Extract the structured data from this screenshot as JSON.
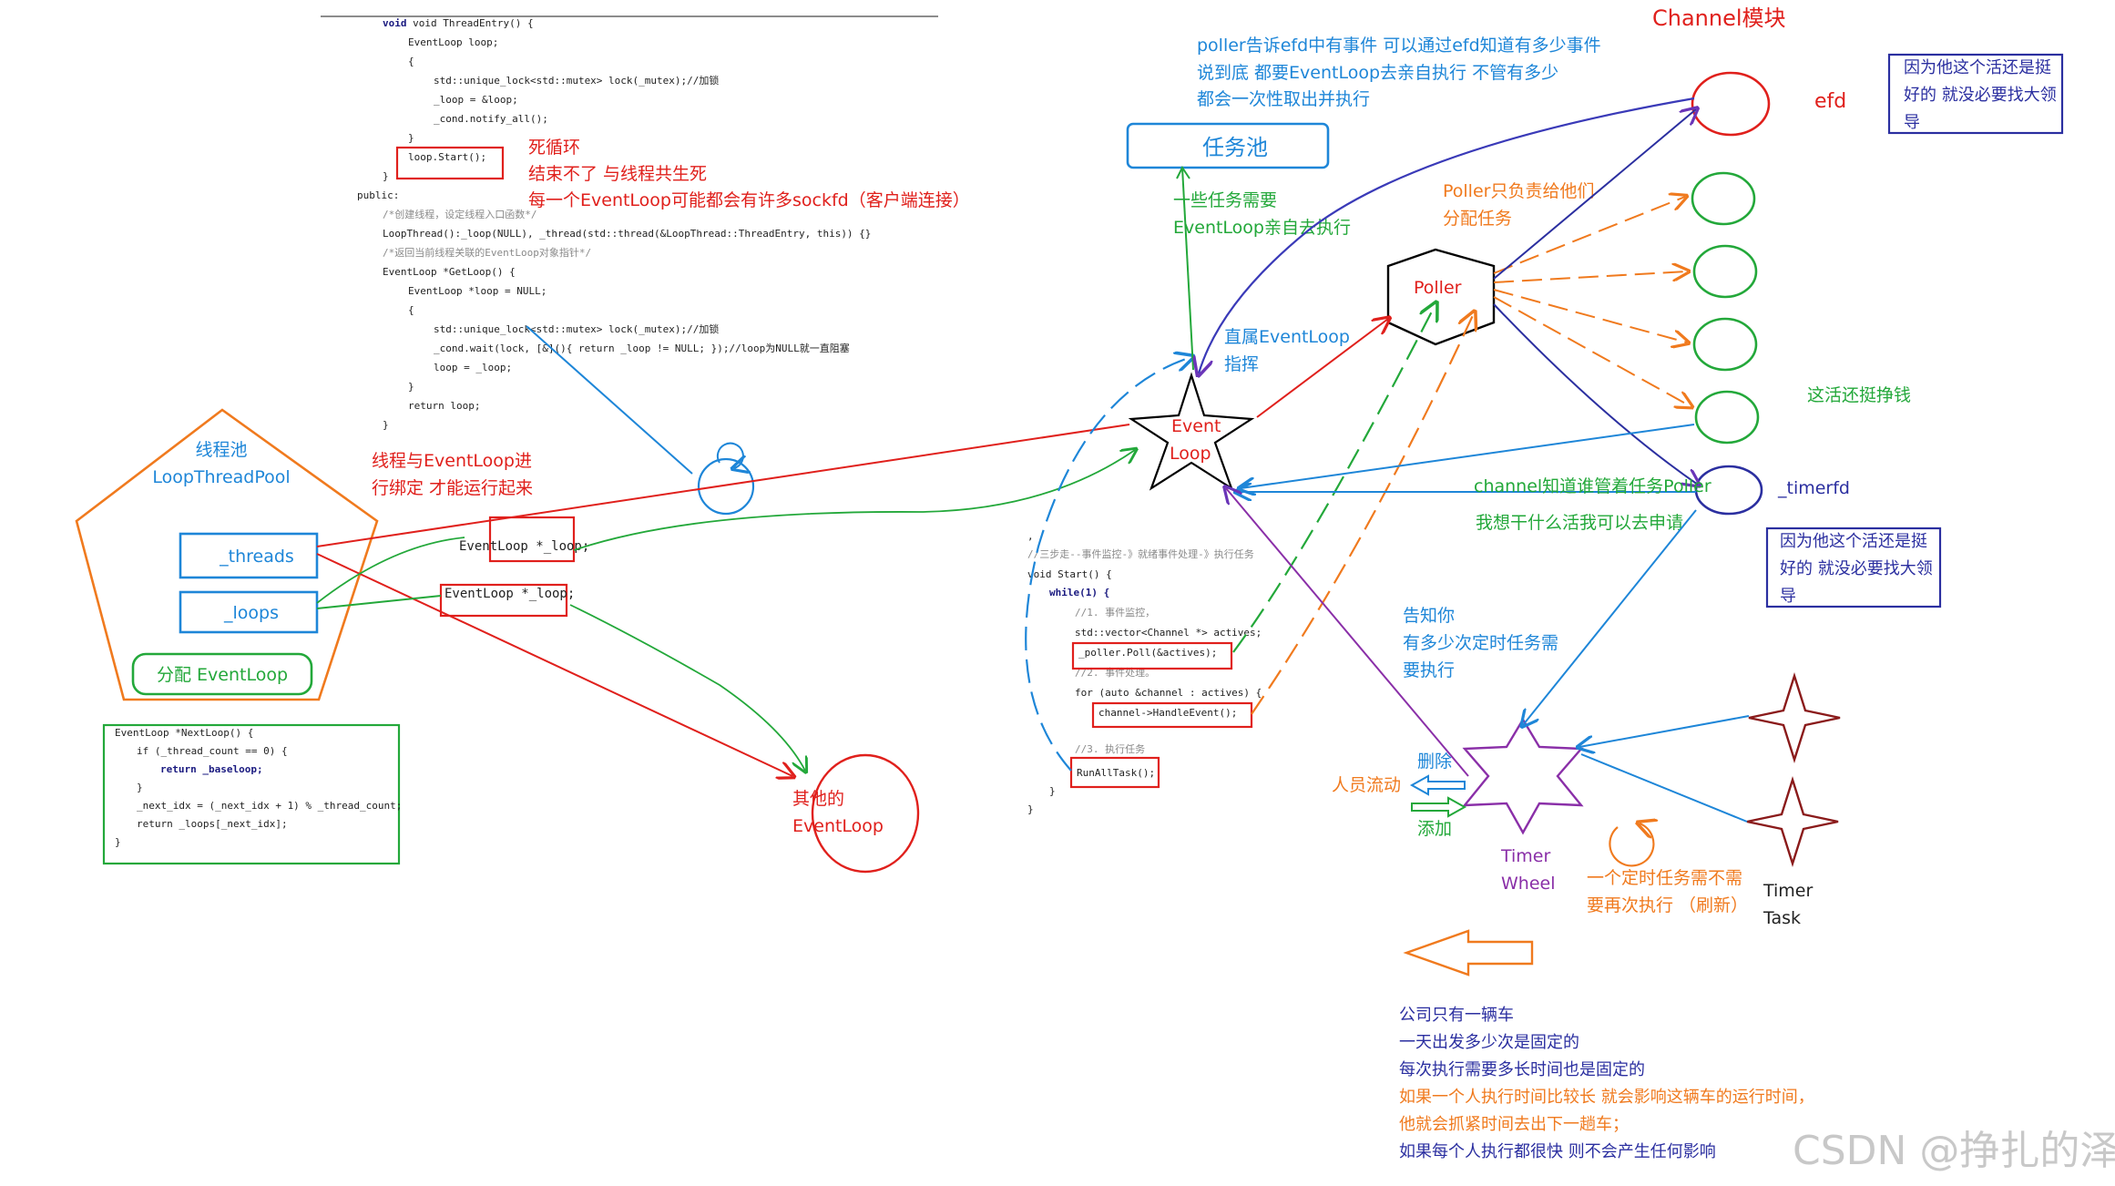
{
  "code_thread_entry": [
    "void ThreadEntry() {",
    "    EventLoop loop;",
    "    {",
    "        std::unique_lock<std::mutex> lock(_mutex);//加锁",
    "        _loop = &loop;",
    "        _cond.notify_all();",
    "    }",
    "    loop.Start();",
    "}",
    "public:",
    "    /*创建线程，设定线程入口函数*/",
    "    LoopThread():_loop(NULL), _thread(std::thread(&LoopThread::ThreadEntry, this)) {}",
    "    /*返回当前线程关联的EventLoop对象指针*/",
    "    EventLoop *GetLoop() {",
    "        EventLoop *loop = NULL;",
    "        {",
    "            std::unique_lock<std::mutex> lock(_mutex);//加锁",
    "            _cond.wait(lock, [&](){ return _loop != NULL; });//loop为NULL就一直阻塞",
    "            loop = _loop;",
    "        }",
    "        return loop;",
    "    }"
  ],
  "code_next_loop": [
    "EventLoop *NextLoop() {",
    "    if (_thread_count == 0) {",
    "        return _baseloop;",
    "    }",
    "    _next_idx = (_next_idx + 1) % _thread_count;",
    "    return _loops[_next_idx];",
    "}"
  ],
  "code_start": [
    ",",
    "//三步走--事件监控-》就绪事件处理-》执行任务",
    "void Start() {",
    "    while(1) {",
    "        //1. 事件监控，",
    "        std::vector<Channel *> actives;",
    "        _poller.Poll(&actives);",
    "        //2. 事件处理。",
    "        for (auto &channel : actives) {",
    "            channel->HandleEvent();",
    "        //3. 执行任务",
    "        RunAllTask();",
    "    }",
    "}"
  ],
  "labels": {
    "dead_loop": "死循环",
    "dead_loop_2": "结束不了 与线程共生死",
    "dead_loop_3": "每一个EventLoop可能都会有许多sockfd（客户端连接）",
    "thread_pool": "线程池",
    "thread_pool_name": "LoopThreadPool",
    "threads": "_threads",
    "loops": "_loops",
    "assign_eventloop": "分配 EventLoop",
    "bind_1": "线程与EventLoop进",
    "bind_2": "行绑定 才能运行起来",
    "eventloop_ptr_1": "EventLoop *_loop;",
    "eventloop_ptr_2": "EventLoop *_loop;",
    "other_eventloop_1": "其他的",
    "other_eventloop_2": "EventLoop",
    "channel_module": "Channel模块",
    "poller_efd_1": "poller告诉efd中有事件 可以通过efd知道有多少事件",
    "poller_efd_2": "说到底 都要EventLoop去亲自执行 不管有多少",
    "poller_efd_3": "都会一次性取出并执行",
    "task_pool": "任务池",
    "some_tasks_1": "一些任务需要",
    "some_tasks_2": "EventLoop亲自去执行",
    "direct_1": "直属EventLoop",
    "direct_2": "指挥",
    "event": "Event",
    "loop": "Loop",
    "poller": "Poller",
    "poller_assign_1": "Poller只负责给他们",
    "poller_assign_2": "分配任务",
    "efd": "efd",
    "navy_note_1_a": "因为他这个活还是挺",
    "navy_note_1_b": "好的 就没必要找大领",
    "navy_note_1_c": "导",
    "earn_money": "这活还挺挣钱",
    "channel_knows": "channel知道谁管着任务Poller",
    "apply": "我想干什么活我可以去申请",
    "timerfd": "_timerfd",
    "navy_note_2_a": "因为他这个活还是挺",
    "navy_note_2_b": "好的 就没必要找大领",
    "navy_note_2_c": "导",
    "tell_1": "告知你",
    "tell_2": "有多少次定时任务需",
    "tell_3": "要执行",
    "staff_flow": "人员流动",
    "delete": "删除",
    "add": "添加",
    "timer_wheel_1": "Timer",
    "timer_wheel_2": "Wheel",
    "refresh_1": "一个定时任务需不需",
    "refresh_2": "要再次执行 （刷新）",
    "timer_task_1": "Timer",
    "timer_task_2": "Task",
    "bottom_1": "公司只有一辆车",
    "bottom_2": "一天出发多少次是固定的",
    "bottom_3": "每次执行需要多长时间也是固定的",
    "bottom_4": "如果一个人执行时间比较长 就会影响这辆车的运行时间，",
    "bottom_5": "他就会抓紧时间去出下一趟车；",
    "bottom_6": "如果每个人执行都很快 则不会产生任何影响",
    "watermark": "CSDN @挣扎的泽"
  },
  "colors": {
    "red": "#e0201c",
    "blue": "#1e86d8",
    "green": "#23a83a",
    "orange": "#f07a1e",
    "purple": "#8a2fa8",
    "navy": "#2b2fa0",
    "dark_red": "#8a1a1a"
  }
}
